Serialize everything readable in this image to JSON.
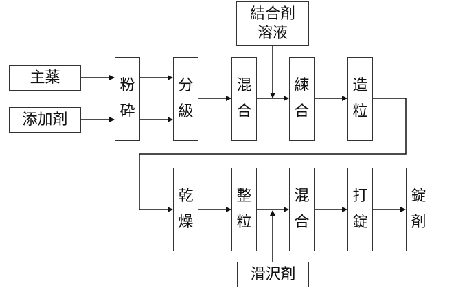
{
  "inputs": {
    "main_drug": "主薬",
    "additive": "添加剤",
    "binder_solution": [
      "結合剤",
      "溶液"
    ],
    "lubricant": "滑沢剤"
  },
  "row1_steps": [
    {
      "id": "pulverize",
      "chars": [
        "粉",
        "砕"
      ]
    },
    {
      "id": "classify",
      "chars": [
        "分",
        "級"
      ]
    },
    {
      "id": "mix1",
      "chars": [
        "混",
        "合"
      ]
    },
    {
      "id": "knead",
      "chars": [
        "練",
        "合"
      ]
    },
    {
      "id": "granulate",
      "chars": [
        "造",
        "粒"
      ]
    }
  ],
  "row2_steps": [
    {
      "id": "dry",
      "chars": [
        "乾",
        "燥"
      ]
    },
    {
      "id": "size-granules",
      "chars": [
        "整",
        "粒"
      ]
    },
    {
      "id": "mix2",
      "chars": [
        "混",
        "合"
      ]
    },
    {
      "id": "compress",
      "chars": [
        "打",
        "錠"
      ]
    },
    {
      "id": "tablet",
      "chars": [
        "錠",
        "剤"
      ]
    }
  ]
}
